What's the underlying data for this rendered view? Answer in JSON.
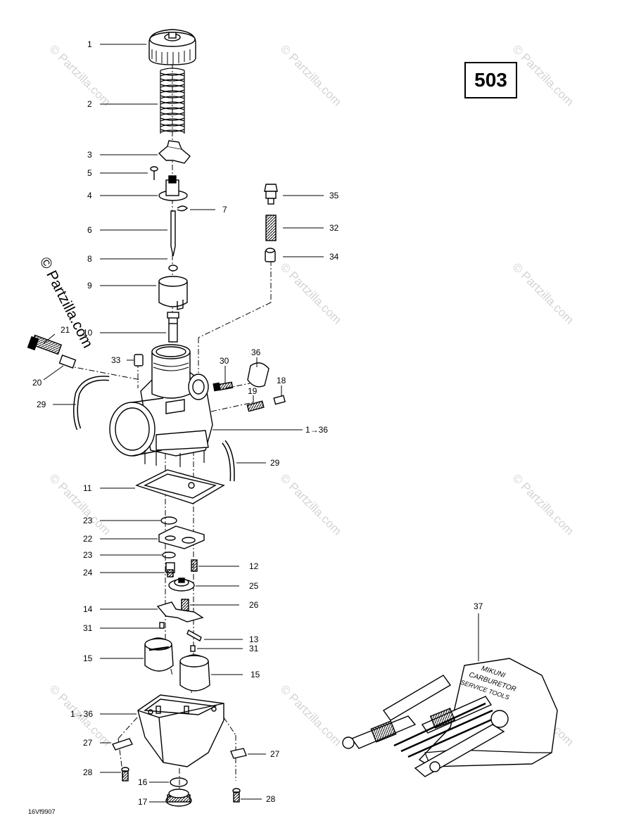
{
  "diagram": {
    "page_code": "503",
    "footer_code": "16Vf9907",
    "watermark_main": "© Partzilla.com",
    "watermark_faint": "© Partzilla.com",
    "callouts": {
      "c1": "1",
      "c2": "2",
      "c3": "3",
      "c4": "4",
      "c5": "5",
      "c6": "6",
      "c7": "7",
      "c8": "8",
      "c9": "9",
      "c10": "10",
      "c11": "11",
      "c12": "12",
      "c13": "13",
      "c14": "14",
      "c15a": "15",
      "c15b": "15",
      "c16": "16",
      "c17": "17",
      "c18": "18",
      "c19": "19",
      "c20": "20",
      "c21": "21",
      "c22": "22",
      "c23a": "23",
      "c23b": "23",
      "c24": "24",
      "c25": "25",
      "c26": "26",
      "c27a": "27",
      "c27b": "27",
      "c28a": "28",
      "c28b": "28",
      "c29a": "29",
      "c29b": "29",
      "c30": "30",
      "c31a": "31",
      "c31b": "31",
      "c32": "32",
      "c33": "33",
      "c34": "34",
      "c35": "35",
      "c36": "36",
      "c37": "37",
      "range_a": "1→36",
      "range_b": "1→36"
    },
    "toolkit_label_lines": [
      "MIKUNI",
      "CARBURETOR",
      "SERVICE TOOLS"
    ]
  }
}
